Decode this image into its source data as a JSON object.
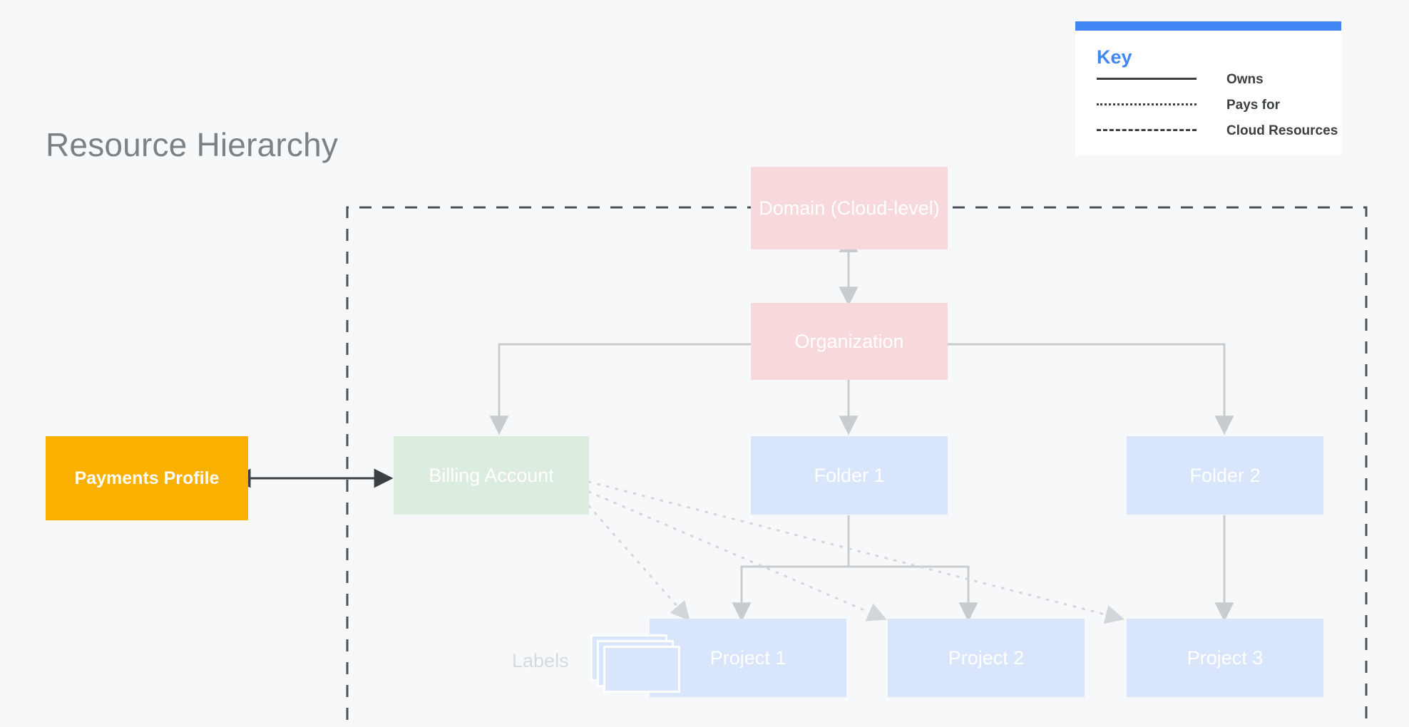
{
  "page": {
    "title": "Resource Hierarchy",
    "background_color": "#f6f8f9",
    "title_color": "#7b8184"
  },
  "legend": {
    "title": "Key",
    "accent_color": "#4285f4",
    "items": [
      {
        "style": "solid",
        "label": "Owns"
      },
      {
        "style": "dotted",
        "label": "Pays for"
      },
      {
        "style": "dashed",
        "label": "Cloud Resources"
      }
    ]
  },
  "nodes": [
    {
      "id": "domain",
      "label": "Domain (Cloud-level)",
      "color": "#f8d9db",
      "text_color": "#ffffff"
    },
    {
      "id": "organization",
      "label": "Organization",
      "color": "#f8d9db",
      "text_color": "#ffffff"
    },
    {
      "id": "payments_profile",
      "label": "Payments Profile",
      "color": "#f9b000",
      "text_color": "#ffffff"
    },
    {
      "id": "billing_account",
      "label": "Billing Account",
      "color": "#dcecdf",
      "text_color": "#ffffff"
    },
    {
      "id": "folder_1",
      "label": "Folder 1",
      "color": "#d9e5fa",
      "text_color": "#ffffff"
    },
    {
      "id": "folder_2",
      "label": "Folder 2",
      "color": "#d9e5fa",
      "text_color": "#ffffff"
    },
    {
      "id": "project_1",
      "label": "Project 1",
      "color": "#d9e5fa",
      "text_color": "#ffffff"
    },
    {
      "id": "project_2",
      "label": "Project 2",
      "color": "#d9e5fa",
      "text_color": "#ffffff"
    },
    {
      "id": "project_3",
      "label": "Project 3",
      "color": "#d9e5fa",
      "text_color": "#ffffff"
    }
  ],
  "annotations": {
    "labels_caption": "Labels"
  },
  "edges": [
    {
      "from": "domain",
      "to": "organization",
      "style": "solid",
      "direction": "both"
    },
    {
      "from": "organization",
      "to": "billing_account",
      "style": "solid",
      "direction": "forward"
    },
    {
      "from": "organization",
      "to": "folder_1",
      "style": "solid",
      "direction": "forward"
    },
    {
      "from": "organization",
      "to": "folder_2",
      "style": "solid",
      "direction": "forward"
    },
    {
      "from": "folder_1",
      "to": "project_1",
      "style": "solid",
      "direction": "forward"
    },
    {
      "from": "folder_1",
      "to": "project_2",
      "style": "solid",
      "direction": "forward"
    },
    {
      "from": "folder_2",
      "to": "project_3",
      "style": "solid",
      "direction": "forward"
    },
    {
      "from": "payments_profile",
      "to": "billing_account",
      "style": "solid",
      "direction": "both"
    },
    {
      "from": "billing_account",
      "to": "project_1",
      "style": "dotted",
      "direction": "forward"
    },
    {
      "from": "billing_account",
      "to": "project_2",
      "style": "dotted",
      "direction": "forward"
    },
    {
      "from": "billing_account",
      "to": "project_3",
      "style": "dotted",
      "direction": "forward"
    }
  ],
  "boundary": {
    "label": "Cloud Resources",
    "style": "dashed"
  }
}
